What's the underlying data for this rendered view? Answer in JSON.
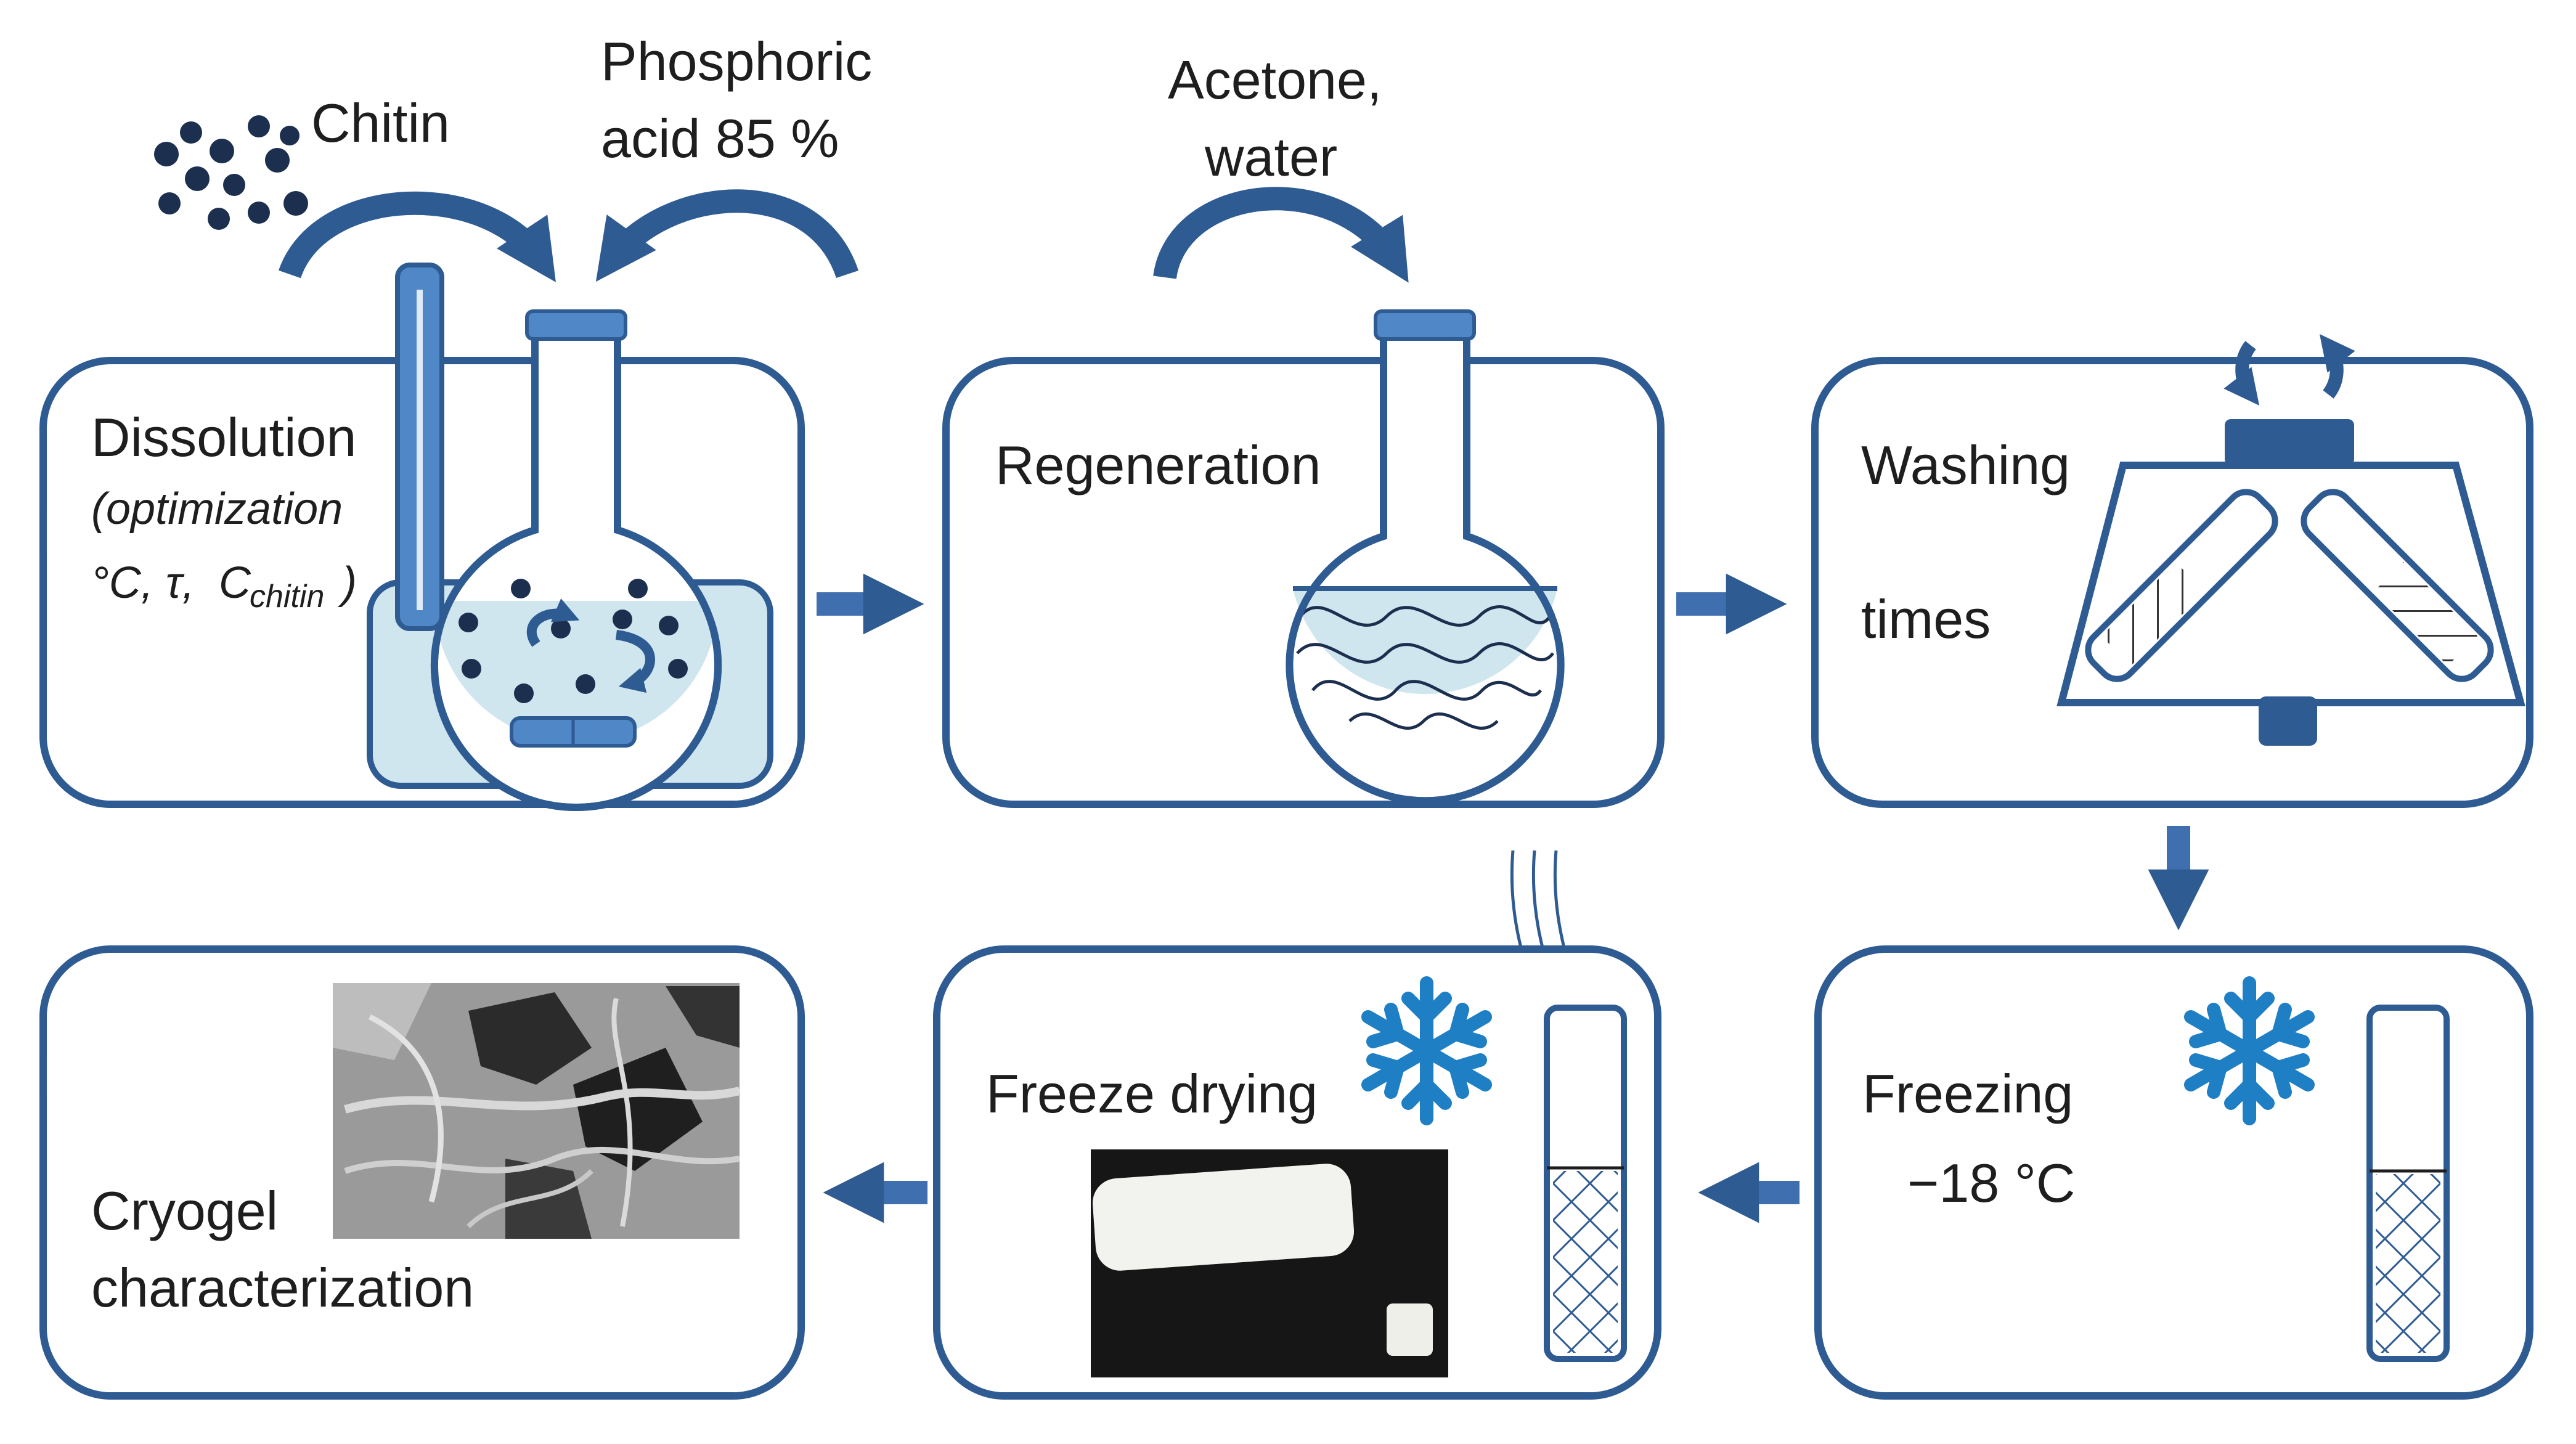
{
  "inputs": {
    "chitin": "Chitin",
    "phosphoric_line1": "Phosphoric",
    "phosphoric_line2": "acid 85 %",
    "acetone_line1": "Acetone,",
    "acetone_line2": "water"
  },
  "steps": {
    "dissolution": {
      "title": "Dissolution",
      "note_line1": "(optimization",
      "note_line2": "°C, τ,",
      "note_var": "C",
      "note_sub": "chitin",
      "note_close": ")"
    },
    "regeneration": {
      "title": "Regeneration"
    },
    "washing": {
      "title": "Washing",
      "subtitle": "times"
    },
    "freezing": {
      "title": "Freezing",
      "temperature": "−18 °C"
    },
    "freeze_drying": {
      "title": "Freeze drying"
    },
    "characterization": {
      "line1": "Cryogel",
      "line2": "characterization"
    }
  },
  "colors": {
    "primary": "#2f5b93",
    "arrow": "#3f6fae",
    "liquid": "#cfe6ef",
    "snowflake": "#1f7fc4",
    "sem_dark": "#2b2b2b",
    "photo_bg": "#161616"
  }
}
